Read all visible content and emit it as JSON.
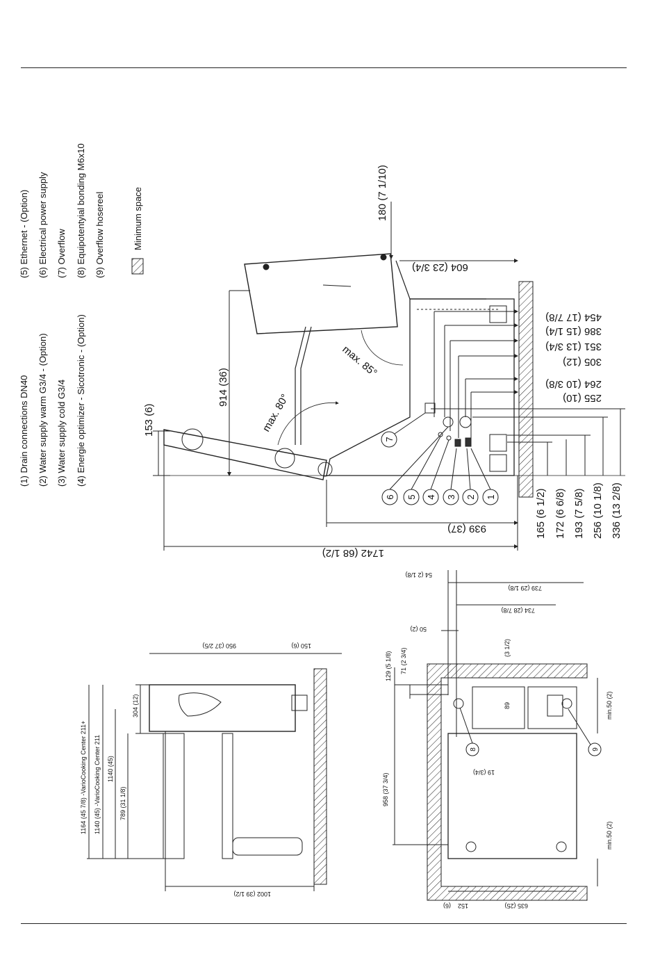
{
  "legend": [
    "(1) Drain connections DN40",
    "(2) Water supply warm G3/4 - (Option)",
    "(3) Water supply cold G3/4",
    "(4) Energie optimizer - Sicotronic - (Option)",
    "(5) Ethernet - (Option)",
    "(6) Electrical power supply",
    "(7) Overflow",
    "(8) Equipotentyial bonding M6x10",
    "(9) Overflow hosereel"
  ],
  "minimum_space_label": "Minimum space",
  "side_view": {
    "dim_153": "153  (6)",
    "dim_914": "914  (36)",
    "dim_180": "180 (7 1/10)",
    "dim_604": "604  (23 3/4)",
    "dim_454": "454  (17 7/8)",
    "dim_386": "386  (15 1/4)",
    "dim_351": "351  (13 3/4)",
    "dim_305": "305  (12)",
    "dim_264": "264  (10 3/8)",
    "dim_255": "255  (10)",
    "dim_939": "939  (37)",
    "dim_1742": "1742 (68 1/2)",
    "angle_80": "max. 80°",
    "angle_85": "max. 85°",
    "h_165": "165 (6 1/2)",
    "h_172": "172 (6 6/8)",
    "h_193": "193 (7 5/8)",
    "h_256": "256 (10 1/8)",
    "h_336": "336 (13 2/8)",
    "callouts": [
      "1",
      "2",
      "3",
      "4",
      "5",
      "6",
      "7"
    ]
  },
  "front_view": {
    "dim_1164": "1164 (45 7/8) -VarioCooking Center 211+",
    "dim_1140_model": "1140 (45) -VarioCooking Center 211",
    "dim_1140": "1140 (45)",
    "dim_789": "789 (31 1/8)",
    "dim_304": "304  (12)",
    "dim_950": "950 (37 2/5)",
    "dim_150": "150 (6)",
    "dim_1002": "1002  (39 1/2)"
  },
  "top_view": {
    "dim_54": "54  (2 1/8)",
    "dim_739": "739 (29 1/8)",
    "dim_734": "734 (28 7/8)",
    "dim_50": "50 (2)",
    "dim_129": "129 (5 1/8)",
    "dim_71": "71 (2 3/4)",
    "dim_3_12": "(3 1/2)",
    "dim_89": "89",
    "dim_19": "19 (3/4)",
    "dim_958": "958 (37 3/4)",
    "min50_a": "min.50 (2)",
    "min50_b": "min.50 (2)",
    "dim_6": "(6)",
    "dim_152": "152",
    "dim_635": "635  (25)",
    "callouts": [
      "8",
      "9"
    ]
  }
}
